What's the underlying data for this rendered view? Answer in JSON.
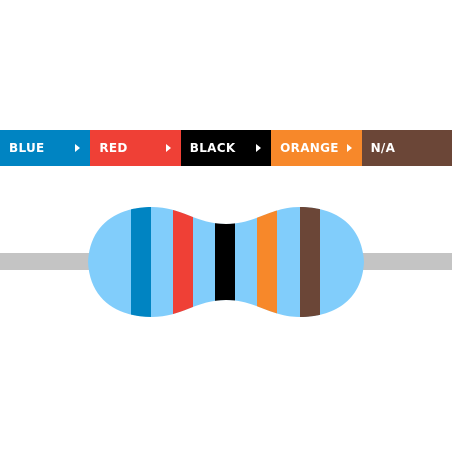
{
  "bands": [
    {
      "label": "BLUE",
      "color": "#0084c2",
      "icon": "caret-right-icon"
    },
    {
      "label": "RED",
      "color": "#ef4036",
      "icon": "caret-right-icon"
    },
    {
      "label": "BLACK",
      "color": "#000000",
      "icon": "caret-right-icon"
    },
    {
      "label": "ORANGE",
      "color": "#f7882a",
      "icon": "caret-right-icon"
    },
    {
      "label": "N/A",
      "color": "#6b4637"
    }
  ],
  "resistor": {
    "body_color": "#81cdfb",
    "lead_color": "#c4c4c4",
    "band_colors": [
      "#0084c2",
      "#ef4036",
      "#000000",
      "#f7882a",
      "#6b4637"
    ]
  }
}
